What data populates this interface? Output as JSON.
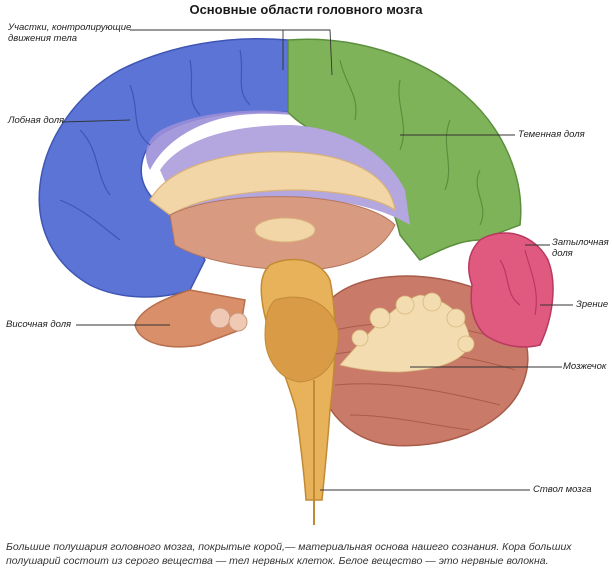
{
  "title": "Основные области головного мозга",
  "labels": {
    "motor_areas": "Участки, контролирующие\nдвижения тела",
    "frontal": "Лобная доля",
    "parietal": "Теменная доля",
    "occipital": "Затылочная\nдоля",
    "vision": "Зрение",
    "temporal": "Височная доля",
    "cerebellum": "Мозжечок",
    "brainstem": "Ствол мозга"
  },
  "caption": "Большие полушария головного мозга, покрытые корой,— материальная основа нашего сознания. Кора больших полушарий состоит из серого вещества — тел нервных клеток. Белое вещество — это нервные волокна.",
  "colors": {
    "frontal": "#5b74d6",
    "motor": "#9a8fd8",
    "parietal": "#7fb35a",
    "occipital": "#e05a80",
    "temporal": "#d9906a",
    "cerebellum": "#c97a68",
    "brainstem": "#e8b25a",
    "leader": "#333333"
  }
}
